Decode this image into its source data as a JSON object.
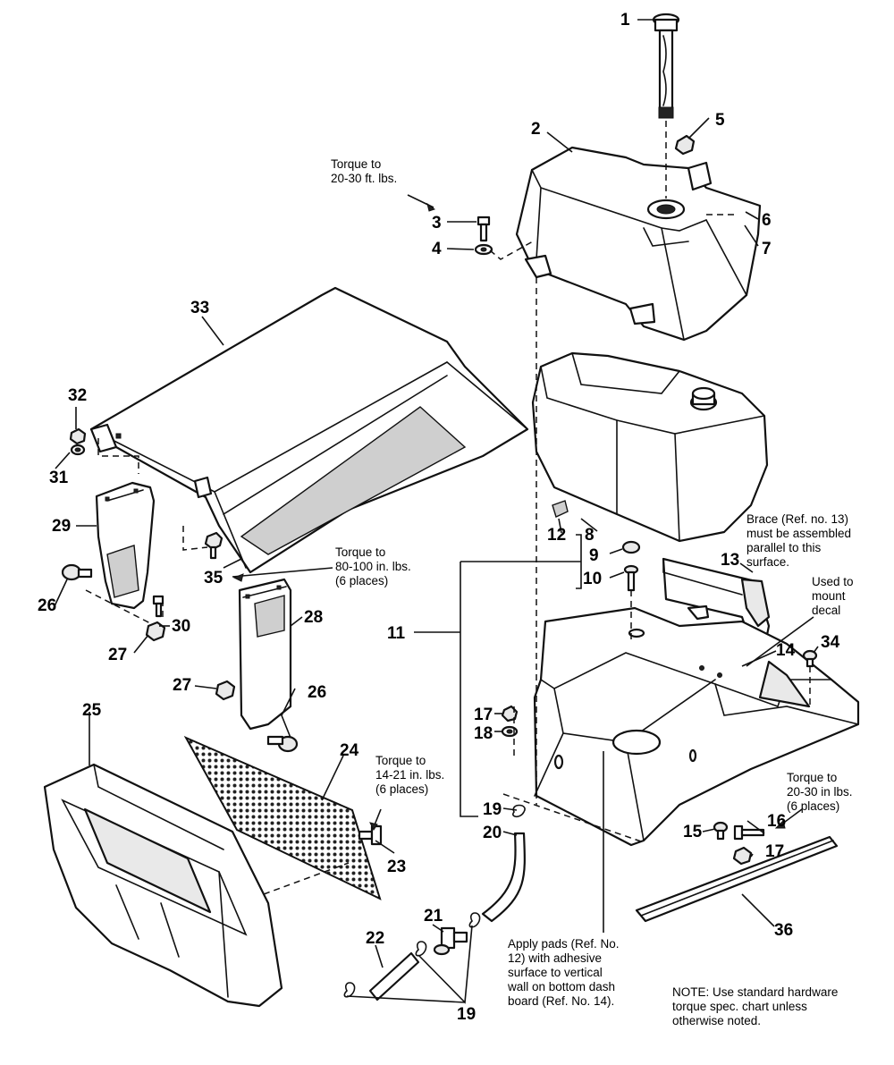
{
  "callouts": [
    {
      "id": "c1",
      "label": "1"
    },
    {
      "id": "c2",
      "label": "2"
    },
    {
      "id": "c3",
      "label": "3"
    },
    {
      "id": "c4",
      "label": "4"
    },
    {
      "id": "c5",
      "label": "5"
    },
    {
      "id": "c6",
      "label": "6"
    },
    {
      "id": "c7",
      "label": "7"
    },
    {
      "id": "c8",
      "label": "8"
    },
    {
      "id": "c9",
      "label": "9"
    },
    {
      "id": "c10",
      "label": "10"
    },
    {
      "id": "c11",
      "label": "11"
    },
    {
      "id": "c12",
      "label": "12"
    },
    {
      "id": "c13",
      "label": "13"
    },
    {
      "id": "c14",
      "label": "14"
    },
    {
      "id": "c15",
      "label": "15"
    },
    {
      "id": "c16",
      "label": "16"
    },
    {
      "id": "c17a",
      "label": "17"
    },
    {
      "id": "c17b",
      "label": "17"
    },
    {
      "id": "c18",
      "label": "18"
    },
    {
      "id": "c19a",
      "label": "19"
    },
    {
      "id": "c19b",
      "label": "19"
    },
    {
      "id": "c20",
      "label": "20"
    },
    {
      "id": "c21",
      "label": "21"
    },
    {
      "id": "c22",
      "label": "22"
    },
    {
      "id": "c23",
      "label": "23"
    },
    {
      "id": "c24",
      "label": "24"
    },
    {
      "id": "c25",
      "label": "25"
    },
    {
      "id": "c26a",
      "label": "26"
    },
    {
      "id": "c26b",
      "label": "26"
    },
    {
      "id": "c27a",
      "label": "27"
    },
    {
      "id": "c27b",
      "label": "27"
    },
    {
      "id": "c28",
      "label": "28"
    },
    {
      "id": "c29",
      "label": "29"
    },
    {
      "id": "c30",
      "label": "30"
    },
    {
      "id": "c31",
      "label": "31"
    },
    {
      "id": "c32",
      "label": "32"
    },
    {
      "id": "c33",
      "label": "33"
    },
    {
      "id": "c34",
      "label": "34"
    },
    {
      "id": "c35",
      "label": "35"
    },
    {
      "id": "c36",
      "label": "36"
    }
  ],
  "notes": {
    "torque_20_30_ft": [
      "Torque to",
      "20-30 ft. lbs."
    ],
    "torque_80_100": [
      "Torque to",
      "80-100 in. lbs.",
      "(6 places)"
    ],
    "torque_14_21": [
      "Torque to",
      "14-21 in. lbs.",
      "(6 places)"
    ],
    "torque_20_30_in": [
      "Torque to",
      "20-30 in lbs.",
      "(6 places)"
    ],
    "brace": [
      "Brace (Ref. no. 13)",
      "must be assembled",
      "parallel to this",
      "surface."
    ],
    "decal": [
      "Used to",
      "mount",
      "decal"
    ],
    "pads": [
      "Apply pads (Ref. No.",
      "12) with adhesive",
      "surface to vertical",
      "wall on bottom dash",
      "board (Ref. No. 14)."
    ],
    "general": [
      "NOTE: Use standard hardware",
      "torque spec. chart unless",
      "otherwise noted."
    ]
  }
}
